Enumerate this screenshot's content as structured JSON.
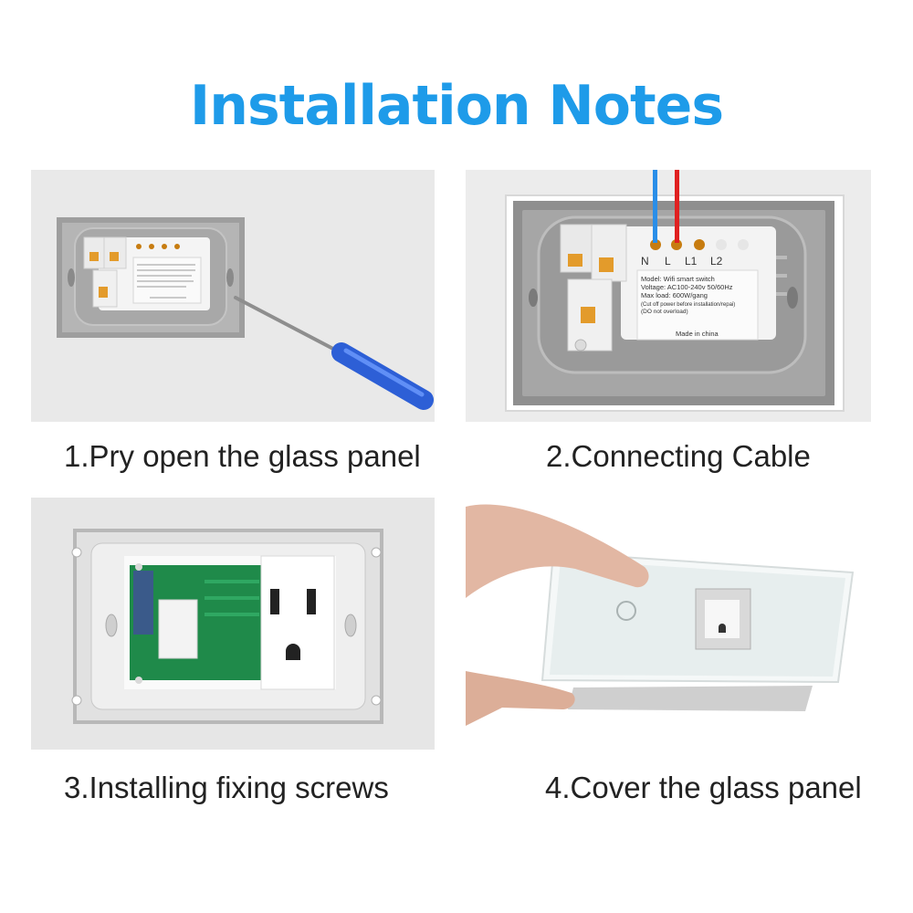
{
  "title": "Installation Notes",
  "colors": {
    "title": "#1e9be9",
    "caption": "#222222",
    "neutral_wire": "#2a8ee8",
    "live_wire": "#e02020"
  },
  "steps": [
    {
      "caption": "1.Pry open the glass panel"
    },
    {
      "caption": "2.Connecting Cable"
    },
    {
      "caption": "3.Installing fixing screws"
    },
    {
      "caption": "4.Cover the glass panel"
    }
  ],
  "module_label": {
    "terminals": [
      "N",
      "L",
      "L1",
      "L2"
    ],
    "model": "Model: Wifi smart switch",
    "voltage": "Voltage: AC100-240v 50/60Hz",
    "max_load": "Max load: 600W/gang",
    "warning": "(Cut off power before installation/repai)",
    "warning2": "(DO not overload)",
    "origin": "Made in china"
  },
  "icons": [
    "screwdriver-icon",
    "wire-icon",
    "hand-icon"
  ]
}
